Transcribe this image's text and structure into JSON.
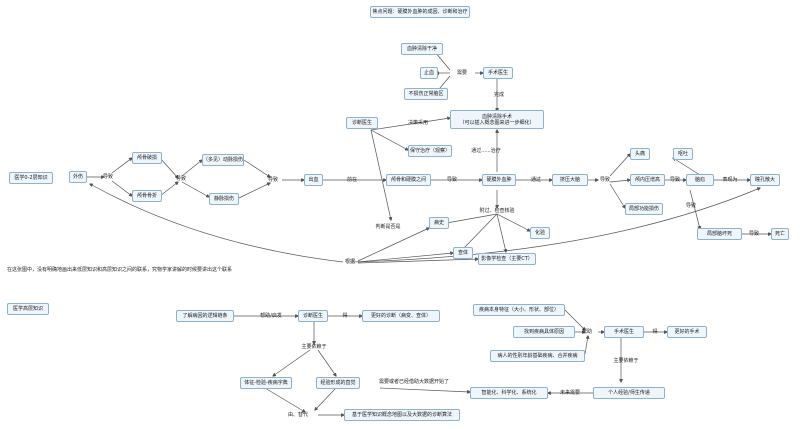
{
  "nodes": {
    "title": "焦点问题：硬膜外血肿的成因、诊断和治疗",
    "layer1": "医学0-2层知识",
    "trauma": "外伤",
    "skull_fx": "颅骨破损",
    "epidural_fx": "颅骨骨折",
    "artery": "（多见）动脉损伤",
    "vein": "静脉损伤",
    "bleed": "出血",
    "between": "颅骨和硬膜之间",
    "ehematoma": "硬膜外血肿",
    "compress": "挤压大脑",
    "icp": "颅内压增高",
    "headache": "头痛",
    "vomit": "呕吐",
    "hernia": "脑疝",
    "pupil": "瞳孔散大",
    "local_dys": "局部功能损伤",
    "local_necro": "局部脑坏死",
    "death": "死亡",
    "doctor1": "诊断医生",
    "clear_blood": "血肿清除干净",
    "stop_bleed": "止血",
    "nurse_doc": "手术医生",
    "protect": "不损伤正常脑区",
    "surgery": "血肿清除手术",
    "surgery_note": "（可以插入概念图来进一步细化）",
    "conservative": "保守治疗（观察）",
    "ct": "影像学检查（主要CT）",
    "symptom_a": "病史",
    "symptom_b": "查体",
    "symptom_c": "化验",
    "note": "在这张图中，没有明确地画出来低层知识和高层知识之间的联系，究物学家讲解的时候要讲出这个联系",
    "layer_high": "医学高层知识",
    "logic": "了解病因的逻辑链条",
    "doctor2": "诊断医生",
    "better_dx": "更好的诊断（病变、查体）",
    "sign_map": "体征-检验-疾病字典",
    "experience": "经验形成的直觉",
    "kg": "基于医学知识概念地图以及大数据的诊断算法",
    "tumor": "疾病本身特征（大小、形状、部位）",
    "find_cause": "找到疾病具体原因",
    "pat_history": "病人的性别年龄基础疾病、合并疾病",
    "surgeon2": "手术医生",
    "better_op": "更好的手术",
    "personal": "个人经验/师生传递",
    "intelligent": "智能化、科学化、系统化"
  },
  "labels": {
    "l_lead1": "导致",
    "l_lead2": "导致",
    "l_lead3": "导致",
    "l_before": "前在",
    "l_lead4": "导致",
    "l_via1": "通过",
    "l_lead5": "导致",
    "l_lead6": "导致",
    "l_show": "表现为",
    "l_lead7": "导致",
    "l_lead8": "导致",
    "l_need": "需要",
    "l_finish": "完成",
    "l_decide": "决策采用",
    "l_via2": "通过......治疗",
    "l_judge": "判断是否是",
    "l_depend": "附过、检查核验",
    "l_basis": "根据",
    "l_help": "帮助/启发",
    "l_get": "得",
    "l_main_dep": "主要依赖于",
    "l_replace": "由、替代",
    "l_need_learn": "需要或者已经借助大数据开始了",
    "l_future": "未来需要",
    "l_help2": "帮助",
    "l_get2": "得",
    "l_main_dep2": "主要依赖于"
  }
}
